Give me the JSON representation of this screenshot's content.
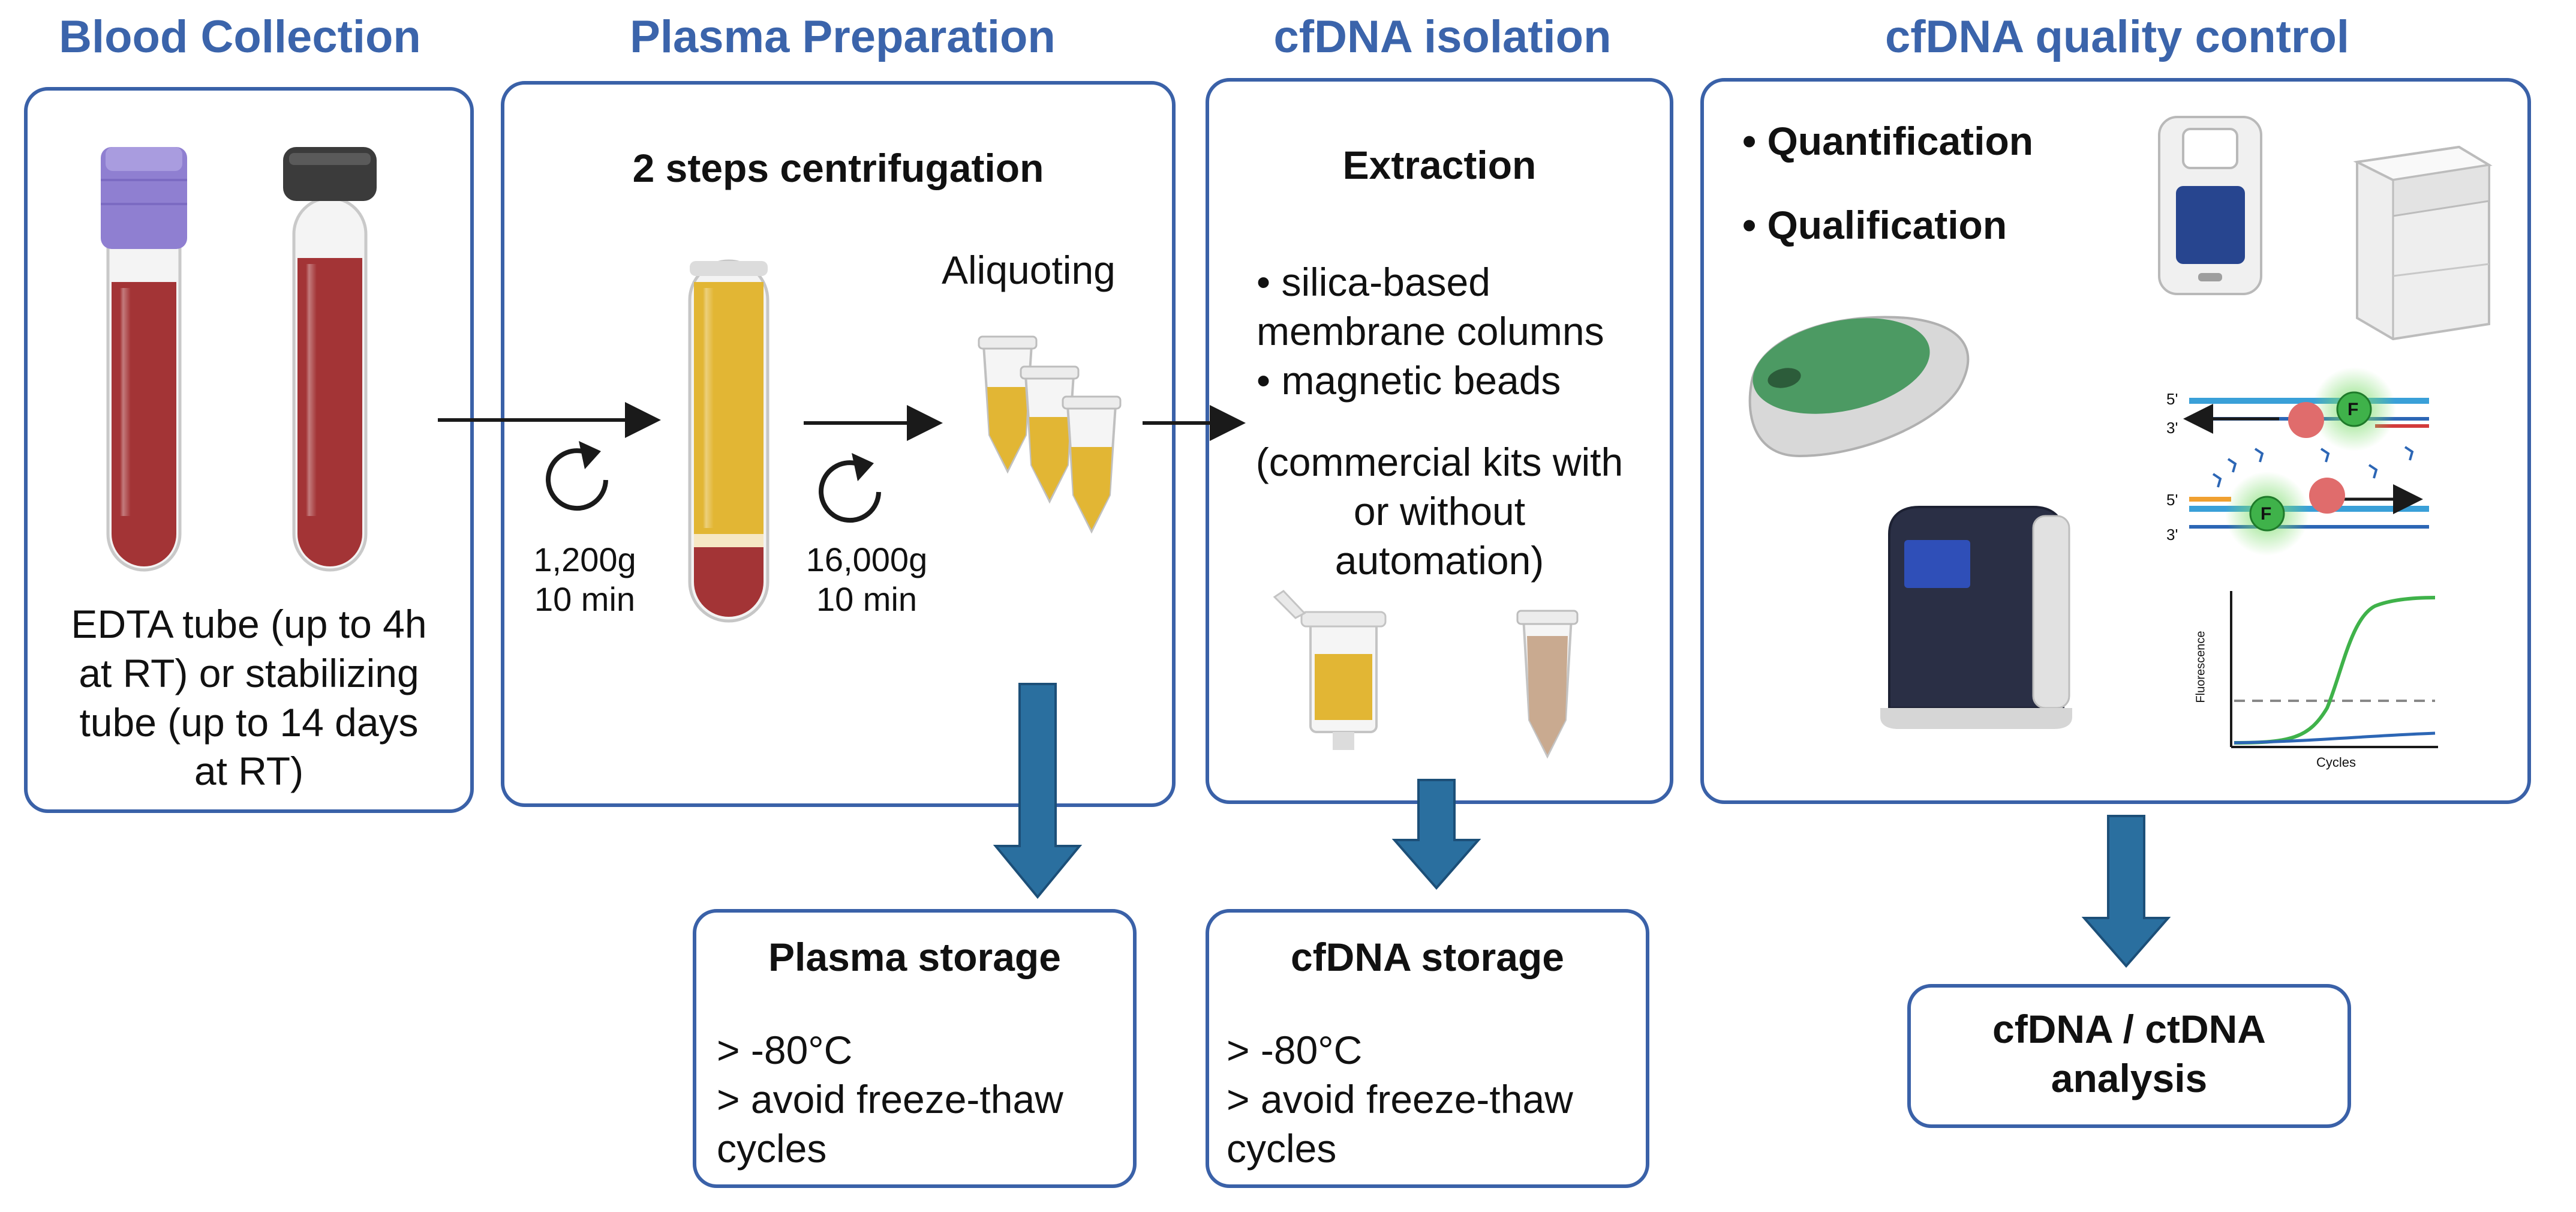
{
  "sections": {
    "blood_collection": {
      "title": "Blood Collection",
      "caption": [
        "EDTA tube (up to 4h",
        "at RT) or stabilizing",
        "tube (up to 14 days",
        "at RT)"
      ]
    },
    "plasma_preparation": {
      "title": "Plasma Preparation",
      "subtitle": "2 steps centrifugation",
      "aliquot_label": "Aliquoting",
      "spin1": [
        "1,200g",
        "10 min"
      ],
      "spin2": [
        "16,000g",
        "10 min"
      ]
    },
    "cfdna_isolation": {
      "title": "cfDNA isolation",
      "subtitle": "Extraction",
      "methods": [
        "• silica-based",
        "membrane columns",
        "• magnetic beads"
      ],
      "note": [
        "(commercial kits with",
        "or without",
        "automation)"
      ]
    },
    "quality_control": {
      "title": "cfDNA quality control",
      "bullets": [
        "Quantification",
        "Qualification"
      ],
      "qpcr": {
        "label_5a": "5'",
        "label_3a": "3'",
        "label_5b": "5'",
        "label_3b": "3'",
        "probe": "F",
        "ylabel": "Fluorescence",
        "xlabel": "Cycles"
      }
    }
  },
  "storage": {
    "plasma": {
      "title": "Plasma storage",
      "lines": [
        "> -80°C",
        "> avoid freeze-thaw",
        "cycles"
      ]
    },
    "cfdna": {
      "title": "cfDNA storage",
      "lines": [
        "> -80°C",
        "> avoid freeze-thaw",
        "cycles"
      ]
    }
  },
  "analysis": {
    "lines": [
      "cfDNA / ctDNA",
      "analysis"
    ]
  },
  "colors": {
    "heading": "#3b64ab",
    "panel_border": "#3a61a8",
    "down_arrow": "#2a6f9f",
    "blood": "#a33436",
    "plasma": "#e2b634",
    "cap_purple": "#8f7fd1",
    "cap_black": "#3b3b3b",
    "green": "#3fb24a"
  }
}
